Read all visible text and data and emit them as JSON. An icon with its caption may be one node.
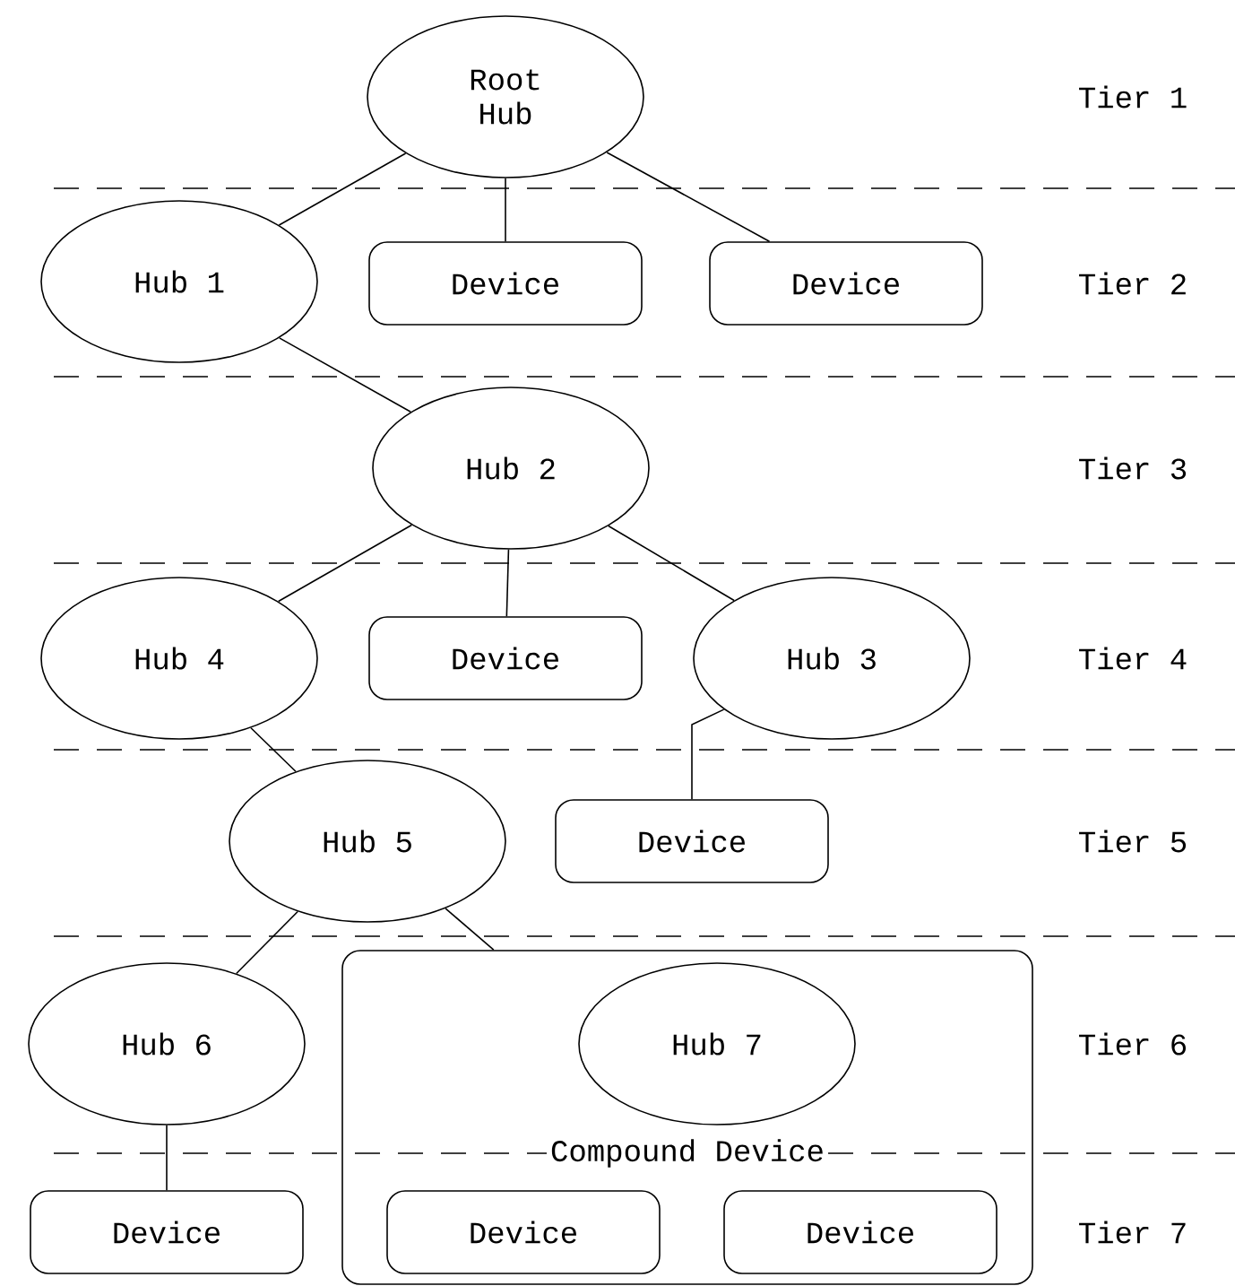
{
  "diagram": {
    "nodes": [
      {
        "text": [
          "Root Hub"
        ]
      },
      {
        "text": [
          "Hub 1"
        ]
      },
      {
        "text": [
          "Device"
        ]
      },
      {
        "text": [
          "Device"
        ]
      },
      {
        "text": [
          "Hub 2"
        ]
      },
      {
        "text": [
          "Hub 4"
        ]
      },
      {
        "text": [
          "Device"
        ]
      },
      {
        "text": [
          "Hub 3"
        ]
      },
      {
        "text": [
          "Hub 5"
        ]
      },
      {
        "text": [
          "Device"
        ]
      },
      {
        "text": [
          "Hub 6"
        ]
      },
      {
        "text": [
          "Compound Device"
        ]
      },
      {
        "text": [
          "Hub 7"
        ],
        "in": 11
      },
      {
        "text": [
          "Device"
        ]
      },
      {
        "text": [
          "Device"
        ],
        "in": 11
      },
      {
        "text": [
          "Device"
        ],
        "in": 11
      }
    ],
    "edges": [
      {
        "from": 0,
        "to": 1,
        "arrow": "none"
      },
      {
        "from": 0,
        "to": 2,
        "arrow": "none"
      },
      {
        "from": 0,
        "to": 3,
        "arrow": "none"
      },
      {
        "from": 1,
        "to": 4,
        "arrow": "none"
      },
      {
        "from": 4,
        "to": 5,
        "arrow": "none"
      },
      {
        "from": 4,
        "to": 6,
        "arrow": "none"
      },
      {
        "from": 4,
        "to": 7,
        "arrow": "none"
      },
      {
        "from": 5,
        "to": 8,
        "arrow": "none"
      },
      {
        "from": 7,
        "to": 9,
        "arrow": "none"
      },
      {
        "from": 8,
        "to": 10,
        "arrow": "none"
      },
      {
        "from": 8,
        "to": 11,
        "arrow": "none"
      },
      {
        "from": 10,
        "to": 13,
        "arrow": "none"
      }
    ],
    "labels": [
      "Tier 1",
      "Tier 2",
      "Tier 3",
      "Tier 4",
      "Tier 5",
      "Tier 6",
      "Tier 7"
    ]
  }
}
